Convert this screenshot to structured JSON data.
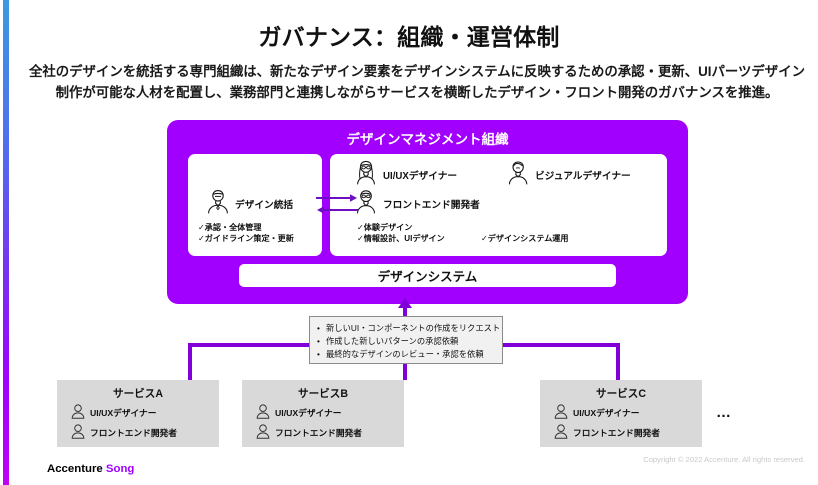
{
  "slide": {
    "title": "ガバナンス：組織・運営体制",
    "subtitle_line1": "全社のデザインを統括する専門組織は、新たなデザイン要素をデザインシステムに反映するための承認・更新、UIパーツデザイン",
    "subtitle_line2": "制作が可能な人材を配置し、業務部門と連携しながらサービスを横断したデザイン・フロント開発のガバナンスを推進。"
  },
  "panel": {
    "title": "デザインマネジメント組織",
    "accent_color": "#a100ff",
    "left_box": {
      "role": {
        "label": "デザイン統括",
        "icon": "person-suit-icon"
      },
      "checks": [
        "✓承認・全体管理",
        "✓ガイドライン策定・更新"
      ]
    },
    "right_box": {
      "roles": [
        {
          "label": "UI/UXデザイナー",
          "icon": "person-long-hair-icon"
        },
        {
          "label": "ビジュアルデザイナー",
          "icon": "person-short-hair-icon"
        },
        {
          "label": "フロントエンド開発者",
          "icon": "person-round-icon"
        }
      ],
      "checks_left": [
        "✓体験デザイン",
        "✓情報設計、UIデザイン"
      ],
      "checks_right": [
        "✓デザインシステム運用"
      ]
    },
    "design_system_label": "デザインシステム",
    "exchange_arrows": {
      "right": "arrow-right-icon",
      "left": "arrow-left-icon"
    }
  },
  "callout": {
    "items": [
      "新しいUI・コンポーネントの作成をリクエスト",
      "作成した新しいパターンの承認依頼",
      "最終的なデザインのレビュー・承認を依頼"
    ]
  },
  "services": [
    {
      "title": "サービスA",
      "roles": [
        {
          "label": "UI/UXデザイナー",
          "icon": "person-outline-icon"
        },
        {
          "label": "フロントエンド開発者",
          "icon": "person-outline-icon"
        }
      ]
    },
    {
      "title": "サービスB",
      "roles": [
        {
          "label": "UI/UXデザイナー",
          "icon": "person-outline-icon"
        },
        {
          "label": "フロントエンド開発者",
          "icon": "person-outline-icon"
        }
      ]
    },
    {
      "title": "サービスC",
      "roles": [
        {
          "label": "UI/UXデザイナー",
          "icon": "person-outline-icon"
        },
        {
          "label": "フロントエンド開発者",
          "icon": "person-outline-icon"
        }
      ]
    }
  ],
  "more_indicator": "…",
  "footer": {
    "brand_primary": "Accenture",
    "brand_secondary": "Song",
    "copyright": "Copyright © 2022 Accenture. All rights reserved."
  }
}
